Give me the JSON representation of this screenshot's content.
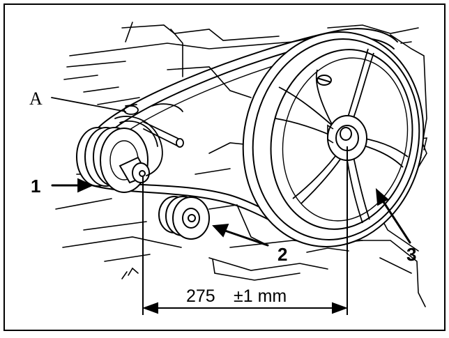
{
  "labels": {
    "a": "A",
    "one": "1",
    "two": "2",
    "three": "3"
  },
  "dimension": {
    "value": "275",
    "tolerance": "±1 mm"
  },
  "colors": {
    "ink": "#000000",
    "paper": "#ffffff"
  }
}
